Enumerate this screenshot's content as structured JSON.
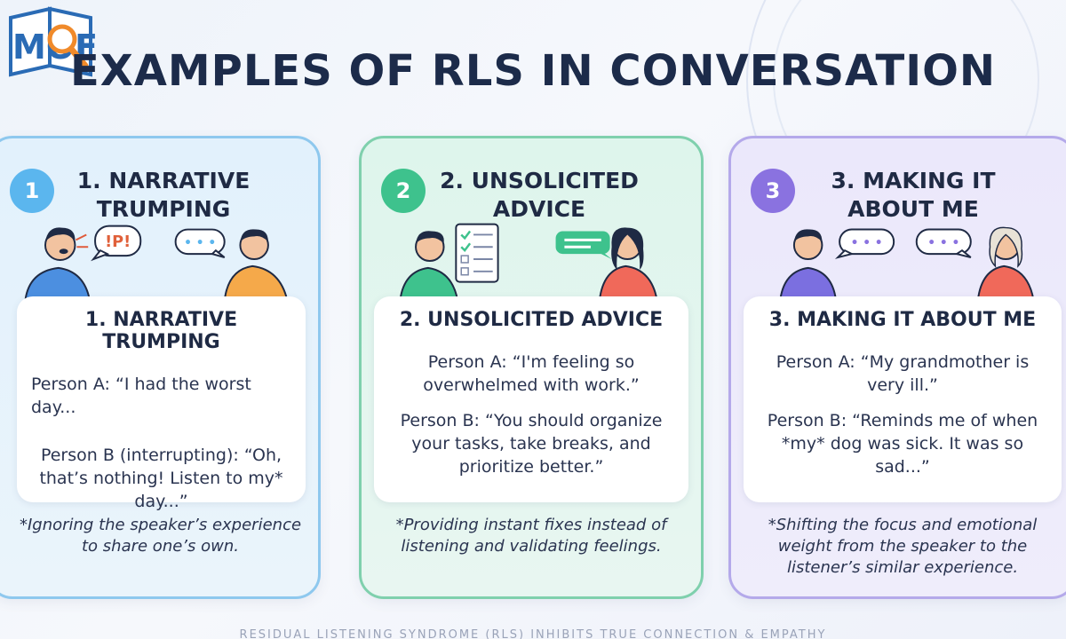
{
  "logo": {
    "text": "MOF",
    "icon": "book-magnifier-logo"
  },
  "title": "EXAMPLES OF RLS IN CONVERSATION",
  "colors": {
    "card1": "#8ec8ee",
    "card2": "#7fd0ad",
    "card3": "#b4a9ea",
    "title": "#1c2b4a"
  },
  "cards": [
    {
      "number": "1",
      "heading": "1. NARRATIVE TRUMPING",
      "bubble_left": "!P!",
      "bubble_right": "• • •",
      "box_title": "1. NARRATIVE TRUMPING",
      "line_a": "Person A: “I had the worst day...",
      "line_b": "Person B (interrupting): “Oh, that’s nothing! Listen to my* day...”",
      "footnote": "*Ignoring the speaker’s experience to share one’s own."
    },
    {
      "number": "2",
      "heading": "2. UNSOLICITED ADVICE",
      "box_title": "2. UNSOLICITED ADVICE",
      "line_a": "Person A: “I'm feeling so overwhelmed with work.”",
      "line_b": "Person B: “You should organize your tasks, take breaks, and prioritize better.”",
      "footnote": "*Providing instant fixes instead of listening and validating feelings."
    },
    {
      "number": "3",
      "heading": "3. MAKING IT ABOUT ME",
      "bubble_left": "• • •",
      "bubble_right": "• • •",
      "box_title": "3. MAKING IT ABOUT ME",
      "line_a": "Person A: “My grandmother is very ill.”",
      "line_b": "Person B: “Reminds me of when *my* dog was sick. It was so sad...”",
      "footnote": "*Shifting the focus and emotional weight from the speaker to the listener’s similar experience."
    }
  ],
  "bottom_text": "RESIDUAL LISTENING SYNDROME (RLS) INHIBITS TRUE CONNECTION & EMPATHY"
}
